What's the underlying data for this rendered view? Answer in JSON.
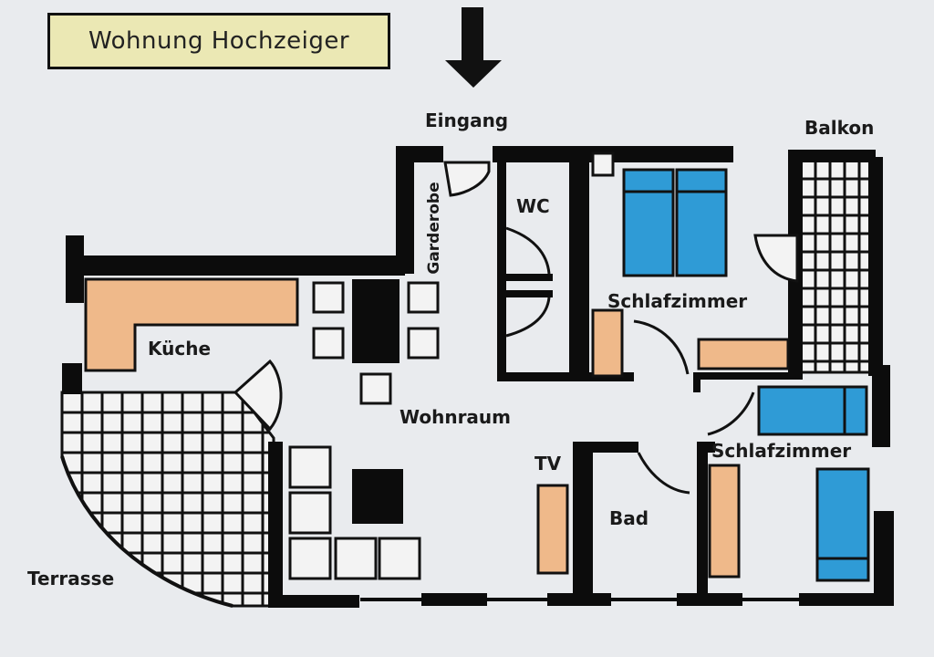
{
  "title": "Wohnung Hochzeiger",
  "labels": {
    "entrance": "Eingang",
    "balcony": "Balkon",
    "wardrobe": "Garderobe",
    "wc": "WC",
    "bedroom1": "Schlafzimmer",
    "kitchen": "Küche",
    "living": "Wohnraum",
    "bedroom2": "Schlafzimmer",
    "tv": "TV",
    "bath": "Bad",
    "terrace": "Terrasse"
  },
  "icons": {
    "entrance_arrow": "down-arrow-icon"
  },
  "colors": {
    "furniture": "#efb98a",
    "bed": "#2f9bd6",
    "wall": "#0c0c0c",
    "title_bg": "#ebe8b4"
  }
}
